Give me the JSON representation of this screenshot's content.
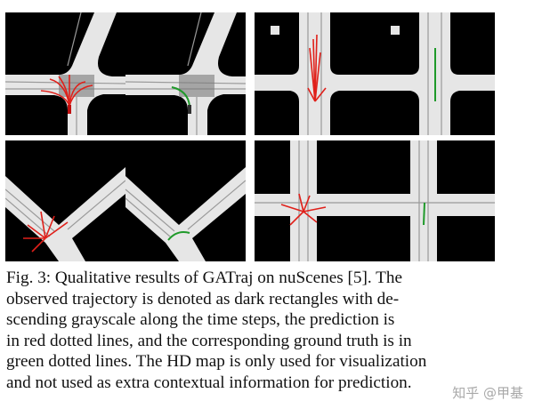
{
  "figure": {
    "panels": [
      {
        "id": "top-left",
        "pair_labels": [
          "prediction",
          "ground-truth"
        ]
      },
      {
        "id": "top-right",
        "pair_labels": [
          "prediction",
          "ground-truth"
        ]
      },
      {
        "id": "bottom-left",
        "pair_labels": [
          "prediction",
          "ground-truth"
        ]
      },
      {
        "id": "bottom-right",
        "pair_labels": [
          "prediction",
          "ground-truth"
        ]
      }
    ],
    "colors": {
      "background": "#000000",
      "road": "#e8e8e8",
      "lane": "#9a9a9a",
      "prediction": "#e0201a",
      "ground_truth": "#1f9a2a"
    }
  },
  "caption": {
    "lines": [
      "Fig. 3: Qualitative results of GATraj on nuScenes [5]. The",
      "observed trajectory is denoted as dark rectangles with de-",
      "scending grayscale along the time steps, the prediction is",
      "in red dotted lines, and the corresponding ground truth is in",
      "green dotted lines. The HD map is only used for visualization",
      "and not used as extra contextual information for prediction."
    ]
  },
  "watermark": {
    "text": "知乎 @甲基"
  }
}
